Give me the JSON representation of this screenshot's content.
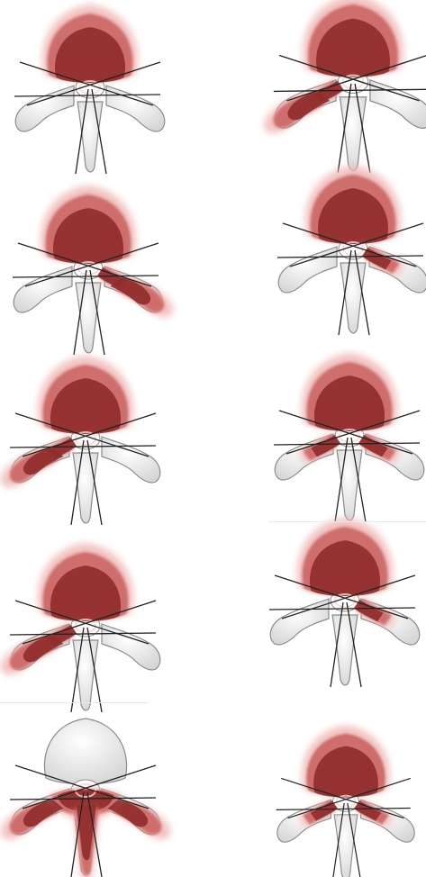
{
  "figure": {
    "panels": [
      {
        "id": "r1-left",
        "affected": [
          "body"
        ]
      },
      {
        "id": "r1-right",
        "affected": [
          "body",
          "pedicle-left",
          "transverse-left"
        ]
      },
      {
        "id": "r2-left",
        "affected": [
          "body",
          "pedicle-right",
          "transverse-right"
        ]
      },
      {
        "id": "r2-right",
        "affected": [
          "body",
          "pedicle-right"
        ]
      },
      {
        "id": "r3-left",
        "affected": [
          "body",
          "pedicle-left",
          "transverse-left"
        ]
      },
      {
        "id": "r3-right",
        "affected": [
          "body",
          "pedicle-left",
          "pedicle-right"
        ]
      },
      {
        "id": "r4-left",
        "affected": [
          "body",
          "pedicle-left",
          "transverse-left"
        ]
      },
      {
        "id": "r4-right",
        "affected": [
          "body",
          "pedicle-right"
        ]
      },
      {
        "id": "r5-left",
        "affected": [
          "posterior-arch",
          "spinous",
          "transverse-left",
          "transverse-right"
        ]
      },
      {
        "id": "r5-right",
        "affected": [
          "body",
          "pedicle-left",
          "pedicle-right"
        ]
      }
    ],
    "colors": {
      "lesion_core": "#8f2b2b",
      "lesion_mid": "#c9615f",
      "lesion_halo": "#f0b7b6",
      "bone_fill": "#eeeeee",
      "bone_stroke": "#8a8a8a",
      "line": "#222222"
    }
  }
}
